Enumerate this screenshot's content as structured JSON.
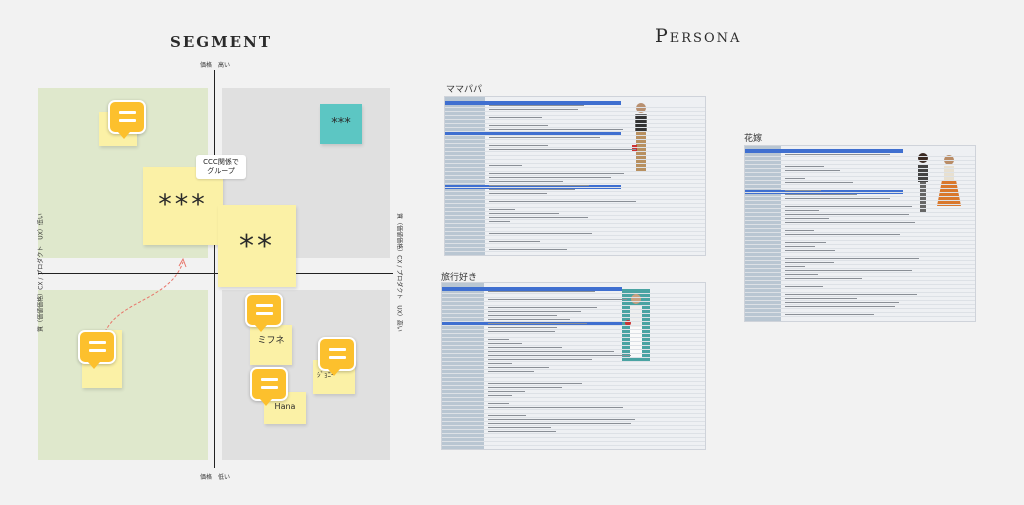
{
  "segment": {
    "title": "SEGMENT",
    "axis_top": "価格　高い",
    "axis_bottom": "価格　低い",
    "axis_left": "質（価値価格）CX / プロダクト　UX）低い",
    "axis_right": "質（価値価格）CX / プロダクト　UX）高い",
    "callout": "CCC関係で\nグループ",
    "stickies": {
      "teal": "***",
      "big_left": "***",
      "big_right": "**",
      "mid_label": "ミフネ",
      "small_right": "ｼﾞｮﾆｰ",
      "bottom_label": "Hana"
    },
    "colors": {
      "quad_green": "#dfe8cc",
      "quad_gray": "#e0e0e0",
      "sticky": "#fbf1a6",
      "teal": "#5cc6c3",
      "comment": "#fcc02d"
    }
  },
  "persona": {
    "title": "Persona",
    "sheets": [
      {
        "label": "ママパパ"
      },
      {
        "label": "旅行好き"
      },
      {
        "label": "花嫁"
      }
    ]
  }
}
